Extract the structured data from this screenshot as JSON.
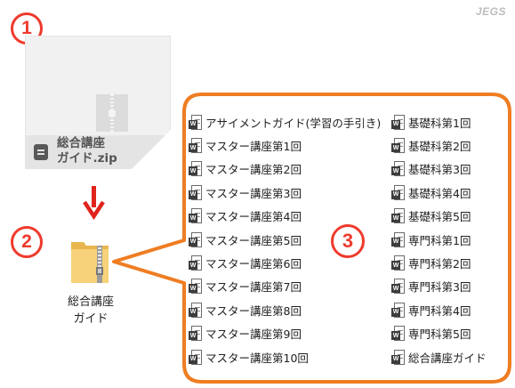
{
  "watermark": "JEGS",
  "steps": {
    "one": "1",
    "two": "2",
    "three": "3"
  },
  "zip_file": {
    "name_line1": "総合講座",
    "name_line2": "ガイド.zip",
    "icon": "zip-file-icon"
  },
  "folder": {
    "name_line1": "総合講座",
    "name_line2": "ガイド",
    "icon": "zip-folder-icon"
  },
  "colors": {
    "accent_orange": "#ef7d22",
    "step_red": "#ee3a2c",
    "arrow_red": "#e0231c"
  },
  "files_left": [
    "アサイメントガイド(学習の手引き)",
    "マスター講座第1回",
    "マスター講座第2回",
    "マスター講座第3回",
    "マスター講座第4回",
    "マスター講座第5回",
    "マスター講座第6回",
    "マスター講座第7回",
    "マスター講座第8回",
    "マスター講座第9回",
    "マスター講座第10回"
  ],
  "files_right": [
    "基礎科第1回",
    "基礎科第2回",
    "基礎科第3回",
    "基礎科第4回",
    "基礎科第5回",
    "専門科第1回",
    "専門科第2回",
    "専門科第3回",
    "専門科第4回",
    "専門科第5回",
    "総合講座ガイド"
  ],
  "file_icon": "word-document-icon",
  "file_icon_letter": "W"
}
